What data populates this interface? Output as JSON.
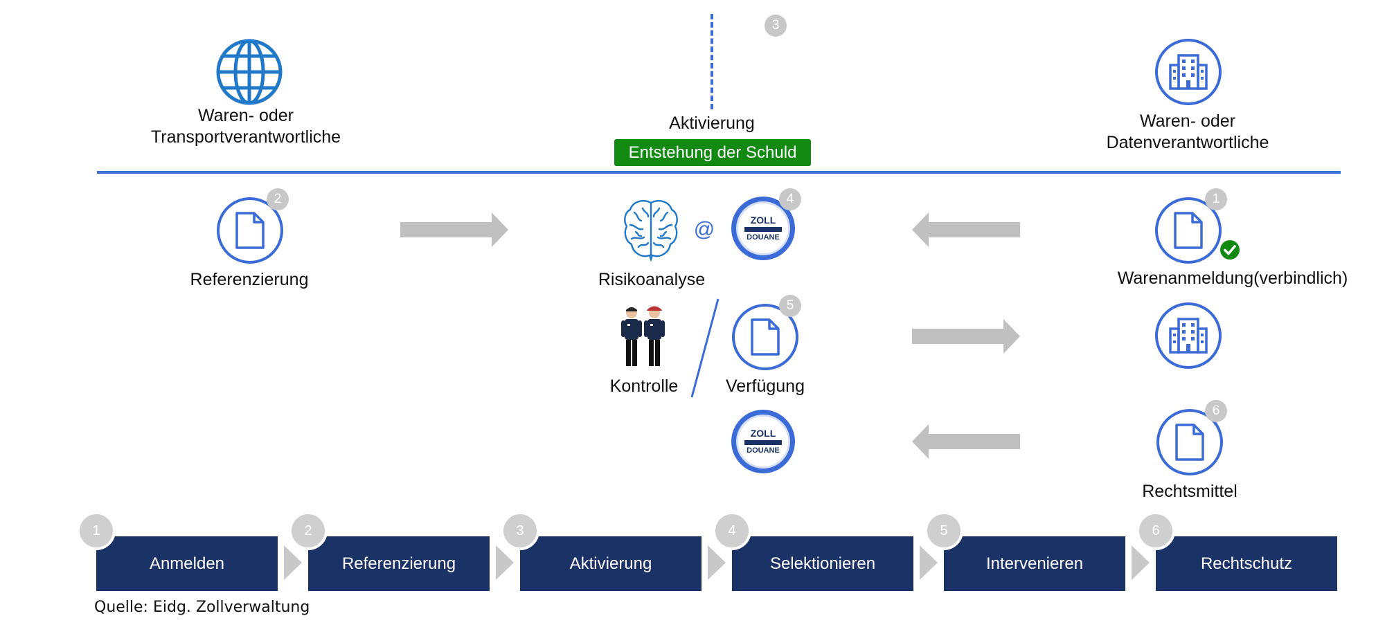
{
  "top": {
    "left_actor": "Waren- oder\nTransportverantwortliche",
    "center_label": "Aktivierung",
    "center_badge": "Entstehung der Schuld",
    "center_step_number": "3",
    "right_actor": "Waren- oder\nDatenverantwortliche"
  },
  "nodes": {
    "referenzierung": {
      "label": "Referenzierung",
      "number": "2"
    },
    "risikoanalyse": {
      "label": "Risikoanalyse",
      "at_sign": "@",
      "number": "4"
    },
    "warenanmeldung": {
      "label": "Warenanmeldung(verbindlich)",
      "number": "1"
    },
    "kontrolle": {
      "label": "Kontrolle"
    },
    "verfuegung": {
      "label": "Verfügung",
      "number": "5"
    },
    "rechtsmittel": {
      "label": "Rechtsmittel",
      "number": "6"
    }
  },
  "zoll_logo": {
    "line1": "ZOLL",
    "line2": "DOUANE"
  },
  "steps": [
    {
      "number": "1",
      "label": "Anmelden"
    },
    {
      "number": "2",
      "label": "Referenzierung"
    },
    {
      "number": "3",
      "label": "Aktivierung"
    },
    {
      "number": "4",
      "label": "Selektionieren"
    },
    {
      "number": "5",
      "label": "Intervenieren"
    },
    {
      "number": "6",
      "label": "Rechtschutz"
    }
  ],
  "source": "Quelle: Eidg. Zollverwaltung",
  "colors": {
    "accent_blue": "#3a6bd6",
    "navy": "#1b3266",
    "green": "#128a12",
    "gray": "#c8c8c8"
  },
  "icons": [
    "globe-icon",
    "building-icon",
    "document-icon",
    "brain-icon",
    "customs-officers-icon",
    "check-icon",
    "arrow-right-icon",
    "arrow-left-icon"
  ]
}
